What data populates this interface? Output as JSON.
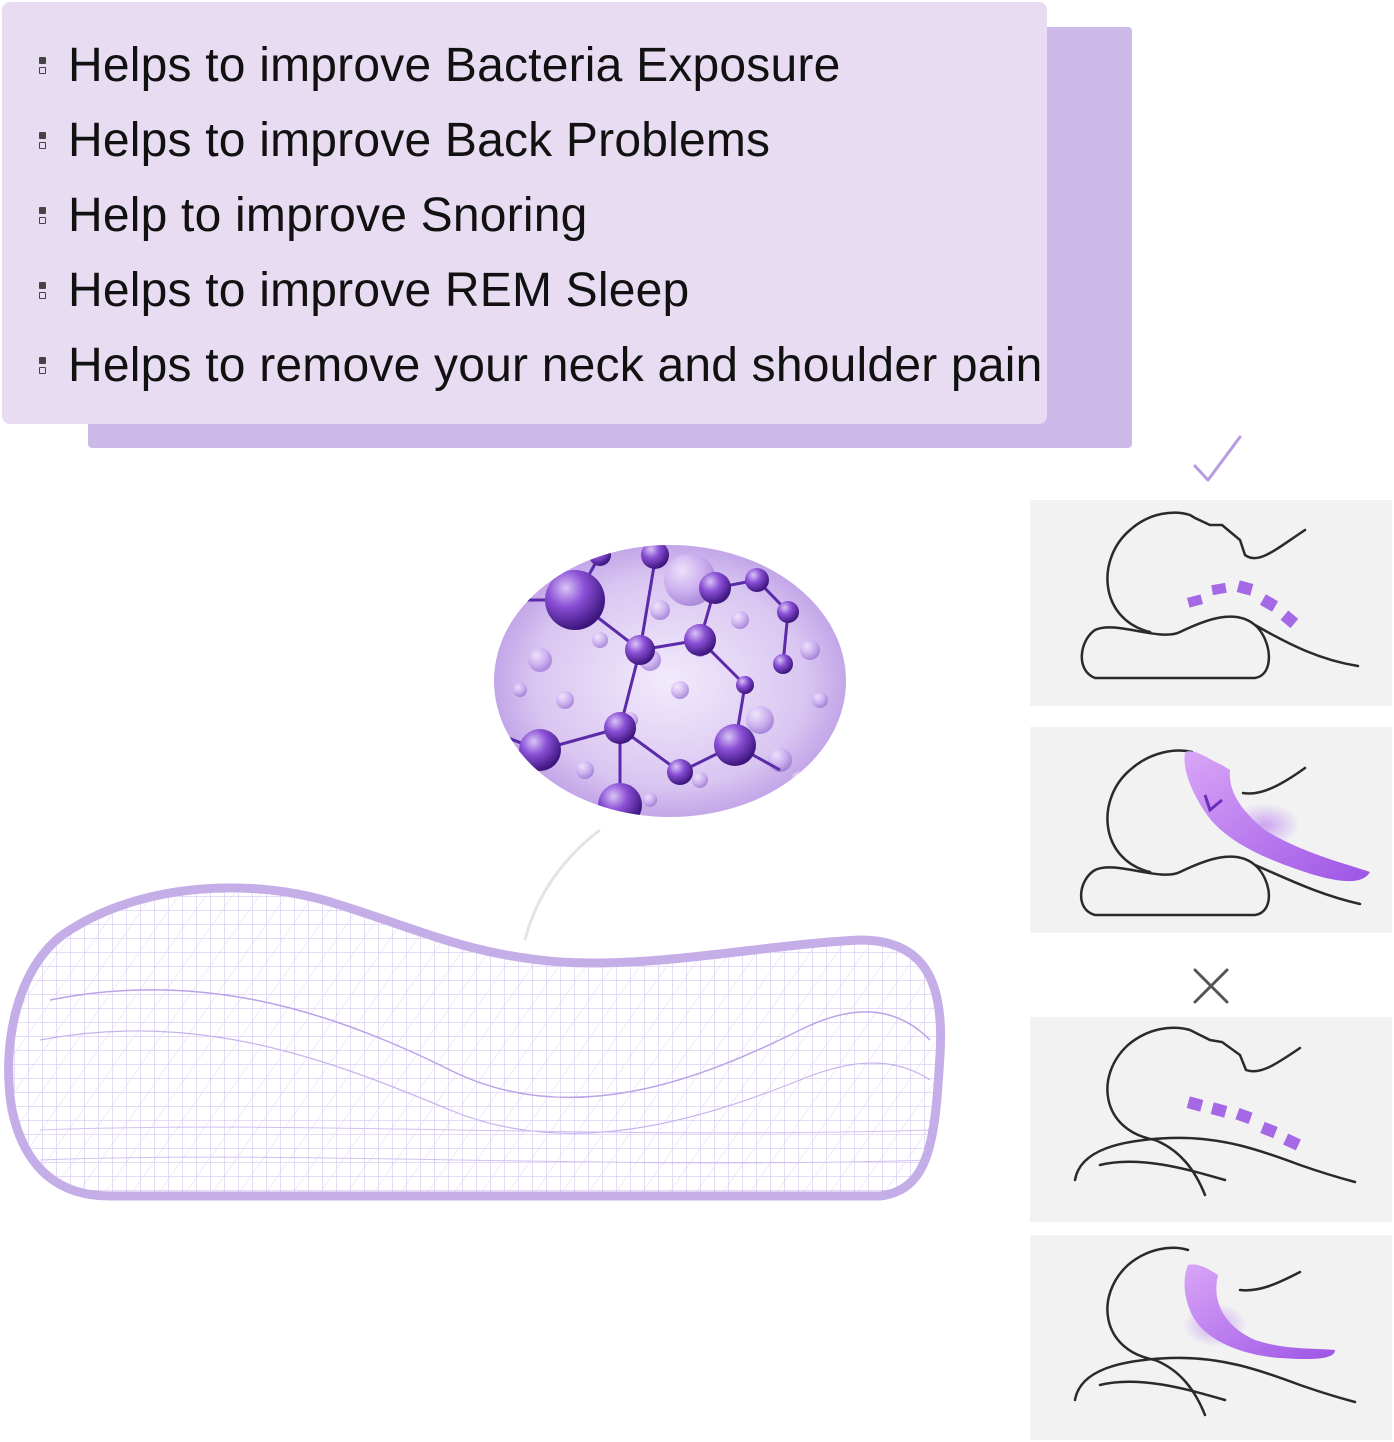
{
  "benefits": [
    {
      "text": "Helps to improve Bacteria Exposure"
    },
    {
      "text": "Helps to improve Back Problems"
    },
    {
      "text": "Help to improve Snoring"
    },
    {
      "text": "Helps to improve REM Sleep"
    },
    {
      "text": "Helps to remove your neck and shoulder pain"
    }
  ],
  "colors": {
    "panel_front": "#e8dcf3",
    "panel_back": "#cdb9e8",
    "accent_purple": "#9a5fdc",
    "outline": "#2a2a2a",
    "diagram_bg": "#f2f2f2"
  },
  "icons": [
    "check-mark-icon",
    "cross-mark-icon",
    "molecule-image",
    "pillow-wireframe"
  ]
}
